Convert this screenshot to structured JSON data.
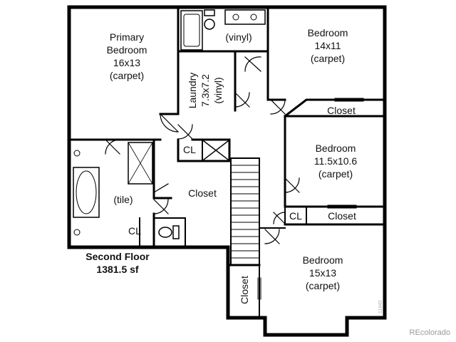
{
  "floor": {
    "title": "Second Floor",
    "area": "1381.5 sf"
  },
  "rooms": {
    "primary_bedroom": {
      "name_line1": "Primary",
      "name_line2": "Bedroom",
      "size": "16x13",
      "floor": "(carpet)"
    },
    "bath_vinyl": {
      "floor": "(vinyl)"
    },
    "laundry": {
      "name": "Laundry",
      "size": "7.3x7.2",
      "floor": "(vinyl)"
    },
    "bedroom_a": {
      "name": "Bedroom",
      "size": "14x11",
      "floor": "(carpet)"
    },
    "closet_a": {
      "name": "Closet"
    },
    "bedroom_b": {
      "name": "Bedroom",
      "size": "11.5x10.6",
      "floor": "(carpet)"
    },
    "cl_b": {
      "name": "CL"
    },
    "closet_b": {
      "name": "Closet"
    },
    "bedroom_c": {
      "name": "Bedroom",
      "size": "15x13",
      "floor": "(carpet)"
    },
    "closet_c": {
      "name": "Closet"
    },
    "cl_hall": {
      "name": "CL"
    },
    "master_bath": {
      "floor": "(tile)"
    },
    "walk_in_closet": {
      "name": "Closet"
    },
    "cl_bath": {
      "name": "CL"
    }
  },
  "credit": "REcolorado",
  "watermark_id": "11845"
}
